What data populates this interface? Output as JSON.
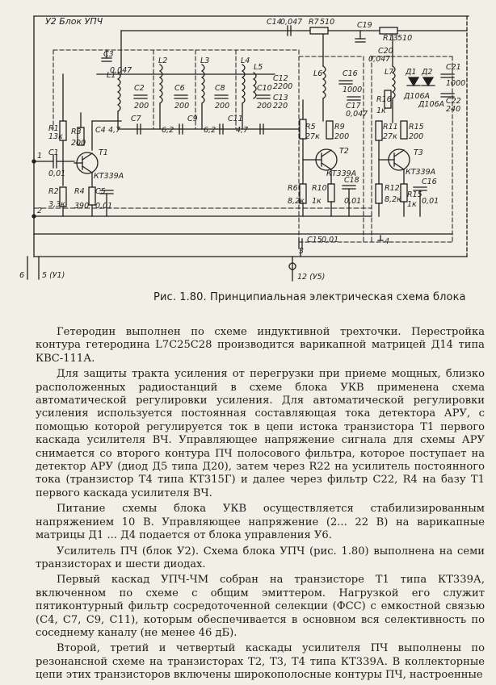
{
  "figure": {
    "block_label": "У2 Блок УПЧ",
    "top_parts": [
      {
        "ref": "C14",
        "value": "0,047"
      },
      {
        "ref": "R7",
        "value": "510"
      },
      {
        "ref": "C19",
        "value": ""
      },
      {
        "ref": "R13",
        "value": "510"
      }
    ],
    "stage1": [
      {
        "ref": "R1",
        "value": "13к"
      },
      {
        "ref": "C1",
        "value": "0,01"
      },
      {
        "ref": "R2",
        "value": "3,3к"
      },
      {
        "ref": "R3",
        "value": "200"
      },
      {
        "ref": "T1",
        "value": "КТ339А"
      },
      {
        "ref": "R4",
        "value": "390"
      },
      {
        "ref": "C5",
        "value": "0,01"
      },
      {
        "ref": "C4",
        "value": "4,7"
      }
    ],
    "filter": [
      {
        "ref": "C3",
        "value": "0,047"
      },
      {
        "ref": "L1",
        "value": ""
      },
      {
        "ref": "C2",
        "value": "200"
      },
      {
        "ref": "L2",
        "value": ""
      },
      {
        "ref": "C6",
        "value": "200"
      },
      {
        "ref": "L3",
        "value": ""
      },
      {
        "ref": "C8",
        "value": "200"
      },
      {
        "ref": "L4",
        "value": ""
      },
      {
        "ref": "C10",
        "value": "200"
      },
      {
        "ref": "L5",
        "value": ""
      },
      {
        "ref": "C12",
        "value": "2200"
      },
      {
        "ref": "C13",
        "value": "220"
      },
      {
        "ref": "C7",
        "value": "6,2"
      },
      {
        "ref": "C9",
        "value": "6,2"
      },
      {
        "ref": "C11",
        "value": "4,7"
      }
    ],
    "stage2": [
      {
        "ref": "L6",
        "value": ""
      },
      {
        "ref": "C16",
        "value": "1000"
      },
      {
        "ref": "C17",
        "value": "0,047"
      },
      {
        "ref": "R5",
        "value": "27к"
      },
      {
        "ref": "R9",
        "value": "200"
      },
      {
        "ref": "T2",
        "value": "КТ339А"
      },
      {
        "ref": "R6",
        "value": "8,2к"
      },
      {
        "ref": "R10",
        "value": "1к"
      },
      {
        "ref": "C18",
        "value": "0,01"
      }
    ],
    "stage3": [
      {
        "ref": "L7",
        "value": ""
      },
      {
        "ref": "C20",
        "value": "0,047"
      },
      {
        "ref": "R16",
        "value": "1к"
      },
      {
        "ref": "C21",
        "value": "1000"
      },
      {
        "ref": "C22",
        "value": "240"
      },
      {
        "ref": "Д1",
        "value": "Д106А"
      },
      {
        "ref": "Д2",
        "value": "Д106А"
      },
      {
        "ref": "R11",
        "value": "27к"
      },
      {
        "ref": "R15",
        "value": "200"
      },
      {
        "ref": "T3",
        "value": "КТ339А"
      },
      {
        "ref": "R12",
        "value": "8,2к"
      },
      {
        "ref": "R15",
        "value": "1к"
      },
      {
        "ref": "C16",
        "value": "0,01"
      }
    ],
    "bottom": [
      {
        "ref": "C15",
        "value": "0,01"
      }
    ],
    "pins": [
      "1",
      "2",
      "3",
      "4",
      "6",
      "5 (У1)",
      "12 (У5)"
    ]
  },
  "caption": "Рис. 1.80. Принципиальная электрическая схема блока",
  "paragraphs": [
    "Гетеродин выполнен по схеме индуктивной трехточки. Перестройка контура гетеродина L7C25C28 производится варикапной матрицей Д14 типа КВС-111А.",
    "Для защиты тракта усиления от перегрузки при приеме мощных, близко расположенных радиостанций в схеме блока УКВ применена схема автоматической регулировки усиления. Для автоматической регулировки усиления используется постоянная составляющая тока детектора АРУ, с помощью которой регулируется ток в цепи истока транзистора Т1 первого каскада усилителя ВЧ. Управляющее напряжение сигнала для схемы АРУ снимается со второго контура ПЧ полосового фильтра, которое поступает на детектор АРУ (диод Д5 типа Д20), затем через R22 на усилитель постоянного тока (транзистор Т4 типа КТ315Г) и далее через фильтр С22, R4 на базу Т1 первого каскада усилителя ВЧ.",
    "Питание схемы блока УКВ осуществляется стабилизированным напряжением 10 В. Управляющее напряжение (2... 22 В) на варикапные матрицы Д1 ... Д4 подается от блока управления У6.",
    "Усилитель ПЧ (блок У2). Схема блока УПЧ (рис. 1.80) выполнена на семи транзисторах и шести диодах.",
    "Первый каскад УПЧ-ЧМ собран на транзисторе Т1 типа КТ339А, включенном по схеме с общим эмиттером. Нагрузкой его служит пятиконтурный фильтр сосредоточенной селекции (ФСС) с емкостной связью (С4, С7, С9, С11), которым обеспечивается в основном вся селективность по соседнему каналу (не менее 46 дБ).",
    "Второй, третий и четвертый каскады усилителя ПЧ выполнены по резонансной схеме на транзисторах Т2, Т3, Т4 типа КТ339А. В коллекторные цепи этих транзисторов включены широкополосные контуры ПЧ, настроенные"
  ]
}
